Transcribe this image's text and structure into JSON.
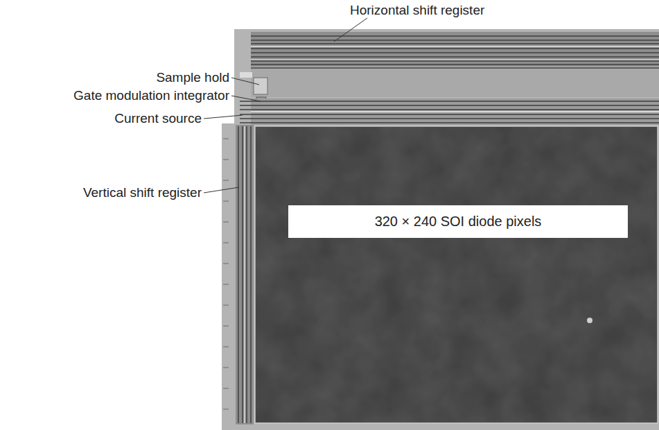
{
  "diagram": {
    "nodes": [
      {
        "text": [
          "320 × 240 SOI diode pixels"
        ]
      }
    ],
    "labels": [
      "Horizontal shift register",
      "Sample hold",
      "Gate modulation integrator",
      "Current source",
      "Vertical shift register"
    ]
  }
}
